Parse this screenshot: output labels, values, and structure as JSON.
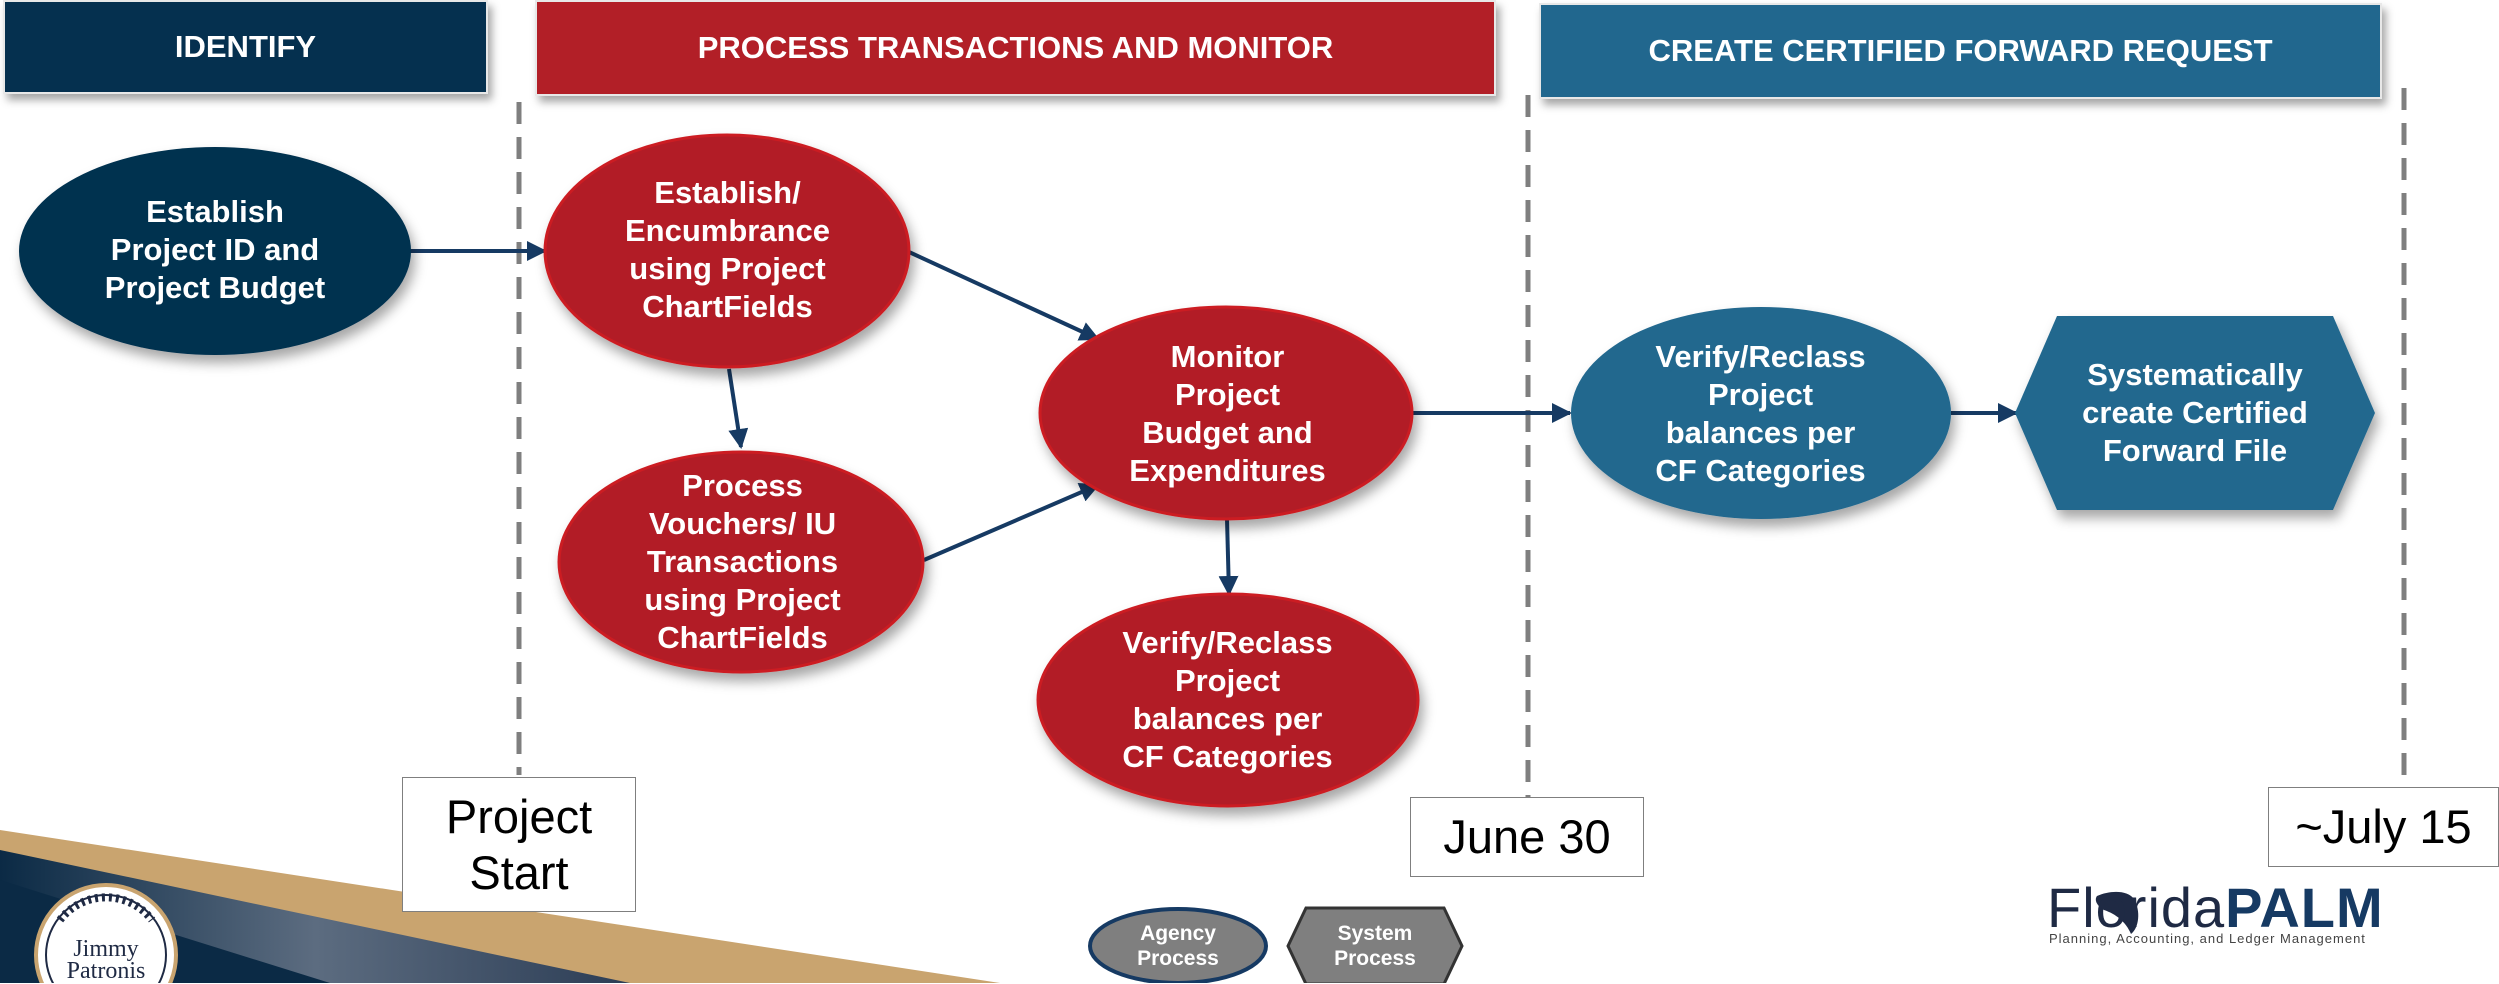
{
  "colors": {
    "navy": "#05304f",
    "red": "#b21f27",
    "blue": "#21678e",
    "gray": "#7f7f7f",
    "gold": "#c9a46f"
  },
  "headers": {
    "identify": "IDENTIFY",
    "process": "PROCESS TRANSACTIONS AND MONITOR",
    "certified": "CREATE CERTIFIED FORWARD REQUEST"
  },
  "nodes": {
    "establish_project": "Establish\nProject ID and\nProject Budget",
    "establish_encumbrance": "Establish/\nEncumbrance\nusing Project\nChartFields",
    "process_vouchers": "Process\nVouchers/ IU\nTransactions\nusing Project\nChartFields",
    "monitor": "Monitor\nProject\nBudget and\nExpenditures",
    "verify_red": "Verify/Reclass\nProject\nbalances per\nCF Categories",
    "verify_blue": "Verify/Reclass\nProject\nbalances per\nCF Categories",
    "systematic": "Systematically\ncreate Certified\nForward File"
  },
  "milestones": {
    "project_start": "Project\nStart",
    "june_30": "June 30",
    "july_15": "~July 15"
  },
  "legend": {
    "agency": "Agency\nProcess",
    "system": "System\nProcess"
  },
  "logo": {
    "florida": "Florida",
    "palm": "PALM",
    "tagline": "Planning, Accounting, and Ledger Management"
  },
  "seal": {
    "name": "Jimmy\nPatronis"
  }
}
